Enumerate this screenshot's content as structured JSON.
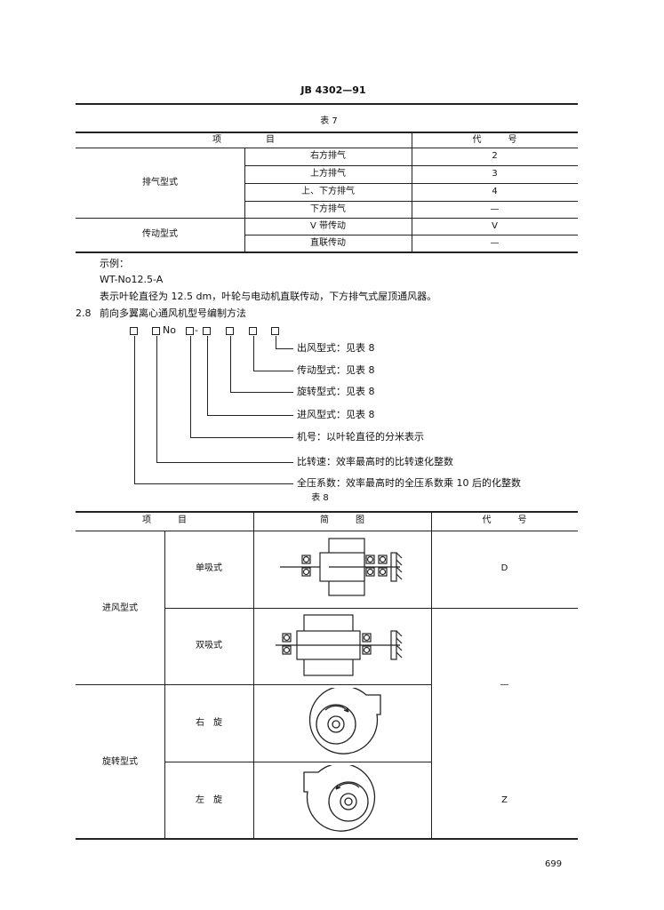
{
  "header": {
    "standard_no": "JB 4302—91"
  },
  "table7": {
    "title": "表 7",
    "col_item": "项　　　　　目",
    "col_code": "代　　　号",
    "group1": "排气型式",
    "group2": "传动型式",
    "rows": [
      {
        "name": "右方排气",
        "code": "2"
      },
      {
        "name": "上方排气",
        "code": "3"
      },
      {
        "name": "上、下方排气",
        "code": "4"
      },
      {
        "name": "下方排气",
        "code": "—"
      },
      {
        "name": "V 带传动",
        "code": "V"
      },
      {
        "name": "直联传动",
        "code": "—"
      }
    ]
  },
  "example": {
    "label": "示例：",
    "model": "WT-No12.5-A",
    "desc": "表示叶轮直径为 12.5 dm，叶轮与电动机直联传动，下方排气式屋顶通风器。"
  },
  "section": {
    "num": "2.8",
    "title": "前向多翼离心通风机型号编制方法"
  },
  "code_diagram": {
    "no_mark": "No",
    "labels": [
      "出风型式：见表 8",
      "传动型式：见表 8",
      "旋转型式：见表 8",
      "进风型式：见表 8",
      "机号：以叶轮直径的分米表示",
      "比转速：效率最高时的比转速化整数",
      "全压系数：效率最高时的全压系数乘 10 后的化整数"
    ]
  },
  "table8": {
    "title": "表 8",
    "col_item": "项　　　目",
    "col_diagram": "简　　　图",
    "col_code": "代　　　号",
    "group1": "进风型式",
    "group2": "旋转型式",
    "rows": [
      {
        "name": "单吸式",
        "code": "D",
        "diagram": "single-inlet-fan-diagram"
      },
      {
        "name": "双吸式",
        "code": "—",
        "diagram": "double-inlet-fan-diagram"
      },
      {
        "name": "右　旋",
        "code": "",
        "diagram": "right-rotation-diagram"
      },
      {
        "name": "左　旋",
        "code": "Z",
        "diagram": "left-rotation-diagram"
      }
    ]
  },
  "footer": {
    "page_number": "699"
  }
}
